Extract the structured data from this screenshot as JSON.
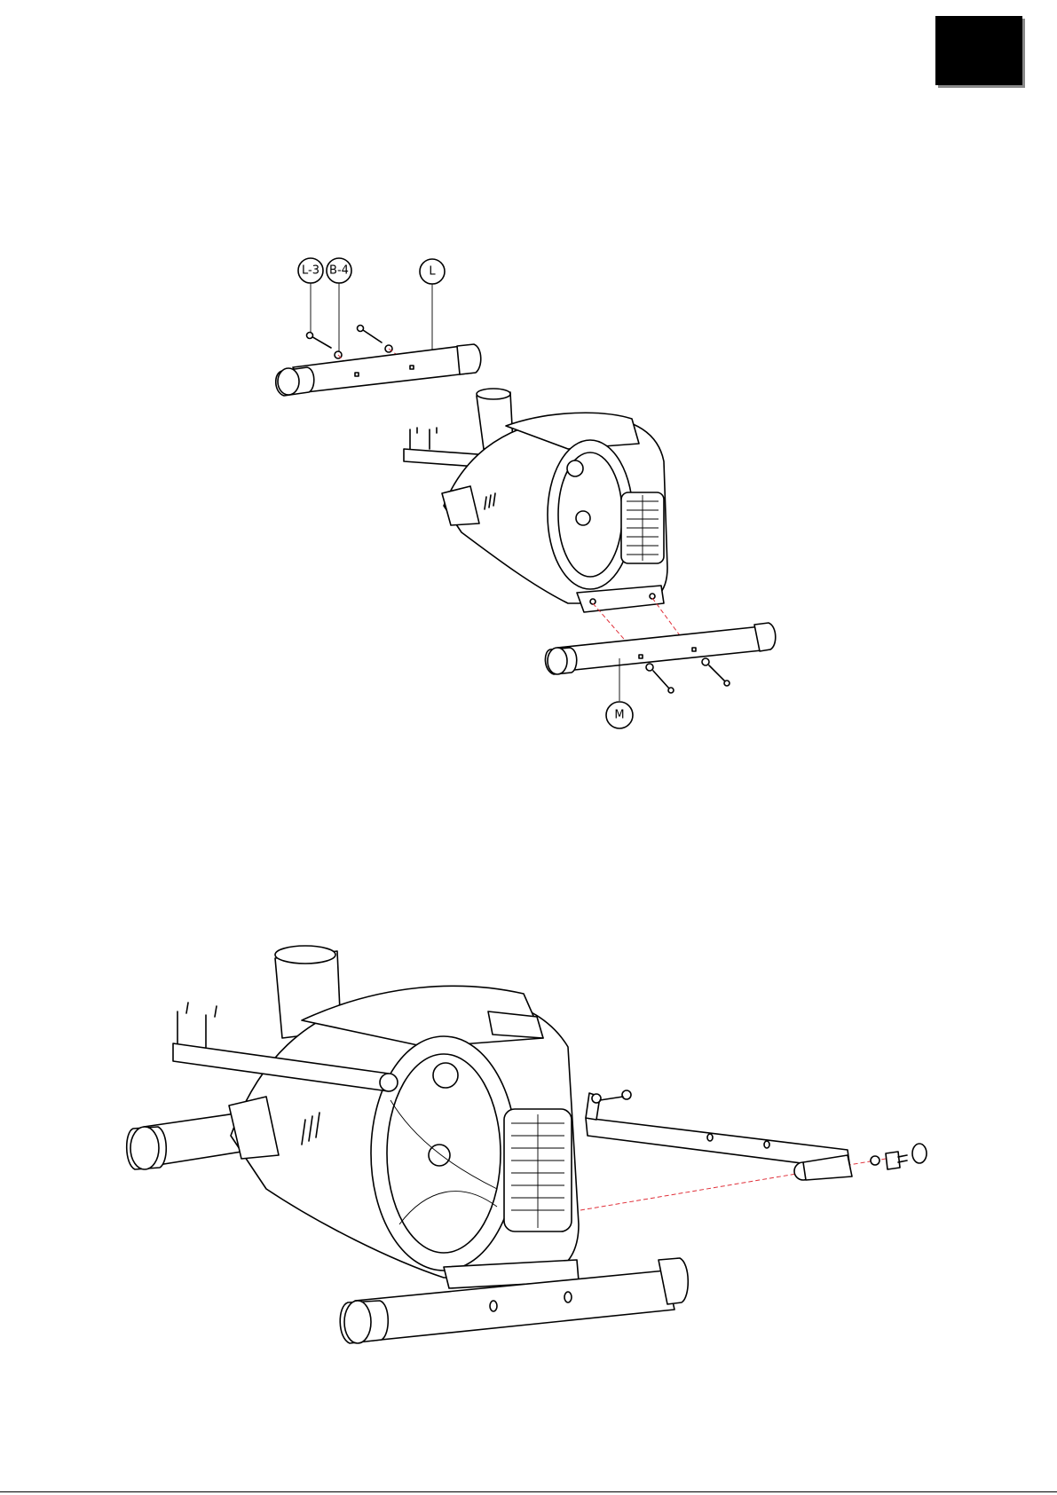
{
  "page": {
    "corner_marker_color": "#000000"
  },
  "step_top": {
    "callouts": {
      "l3": "L-3",
      "b4": "B-4",
      "l": "L",
      "m": "M"
    }
  },
  "colors": {
    "assembly_line": "#e0303a",
    "drawing": "#000000"
  }
}
